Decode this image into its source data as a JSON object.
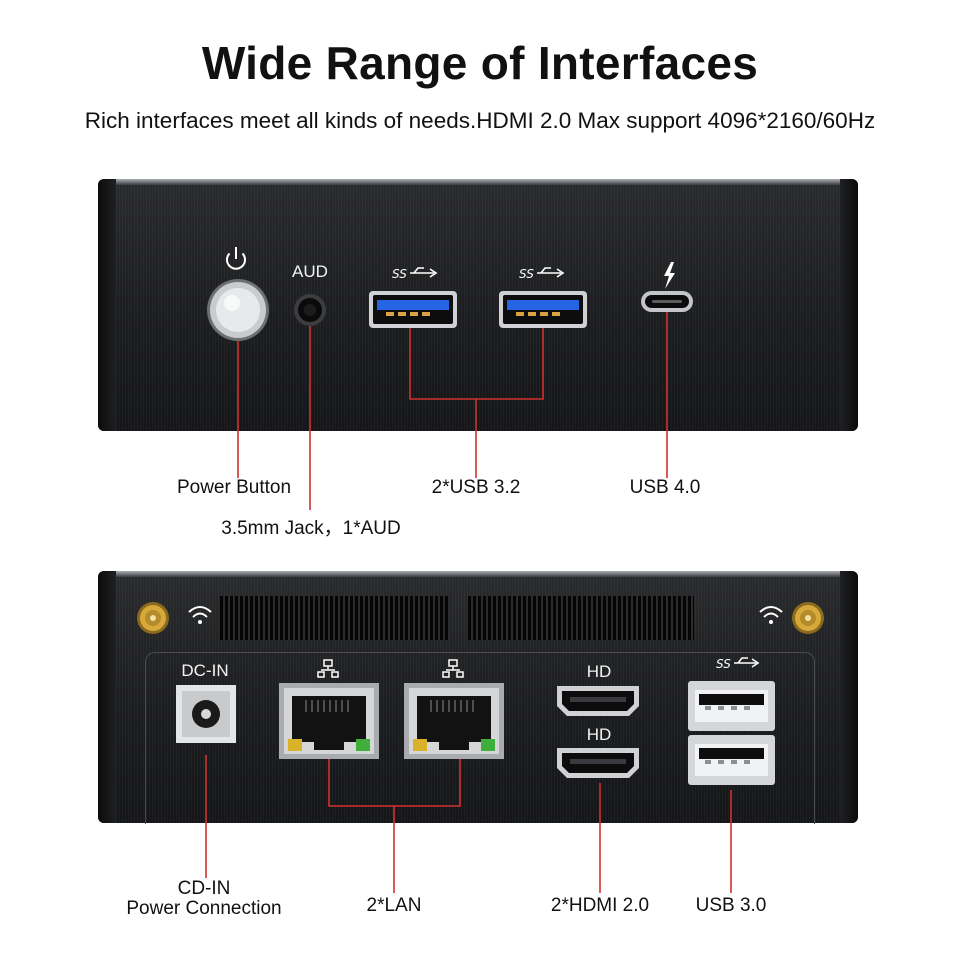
{
  "header": {
    "title": "Wide Range of Interfaces",
    "subtitle": "Rich interfaces meet all kinds of needs.HDMI 2.0 Max support 4096*2160/60Hz"
  },
  "front_panel": {
    "aud_label": "AUD",
    "icons": [
      "power-icon",
      "usb-superspeed-icon",
      "usb-superspeed-icon",
      "thunderbolt-icon"
    ]
  },
  "rear_panel": {
    "dc_in_label": "DC-IN",
    "hd_label_1": "HD",
    "hd_label_2": "HD",
    "icons": [
      "antenna-icon",
      "wifi-icon",
      "lan-icon",
      "lan-icon",
      "usb-superspeed-icon",
      "wifi-icon",
      "antenna-icon"
    ]
  },
  "callouts": {
    "power_button": "Power Button",
    "audio_jack": "3.5mm Jack，1*AUD",
    "usb32": "2*USB 3.2",
    "usb40": "USB 4.0",
    "dc_in_line1": "CD-IN",
    "dc_in_line2": "Power Connection",
    "lan": "2*LAN",
    "hdmi": "2*HDMI 2.0",
    "usb30": "USB 3.0"
  },
  "colors": {
    "callout_line": "#d0312d",
    "usb_blue": "#1f5fd6",
    "panel": "#1e1f21"
  }
}
